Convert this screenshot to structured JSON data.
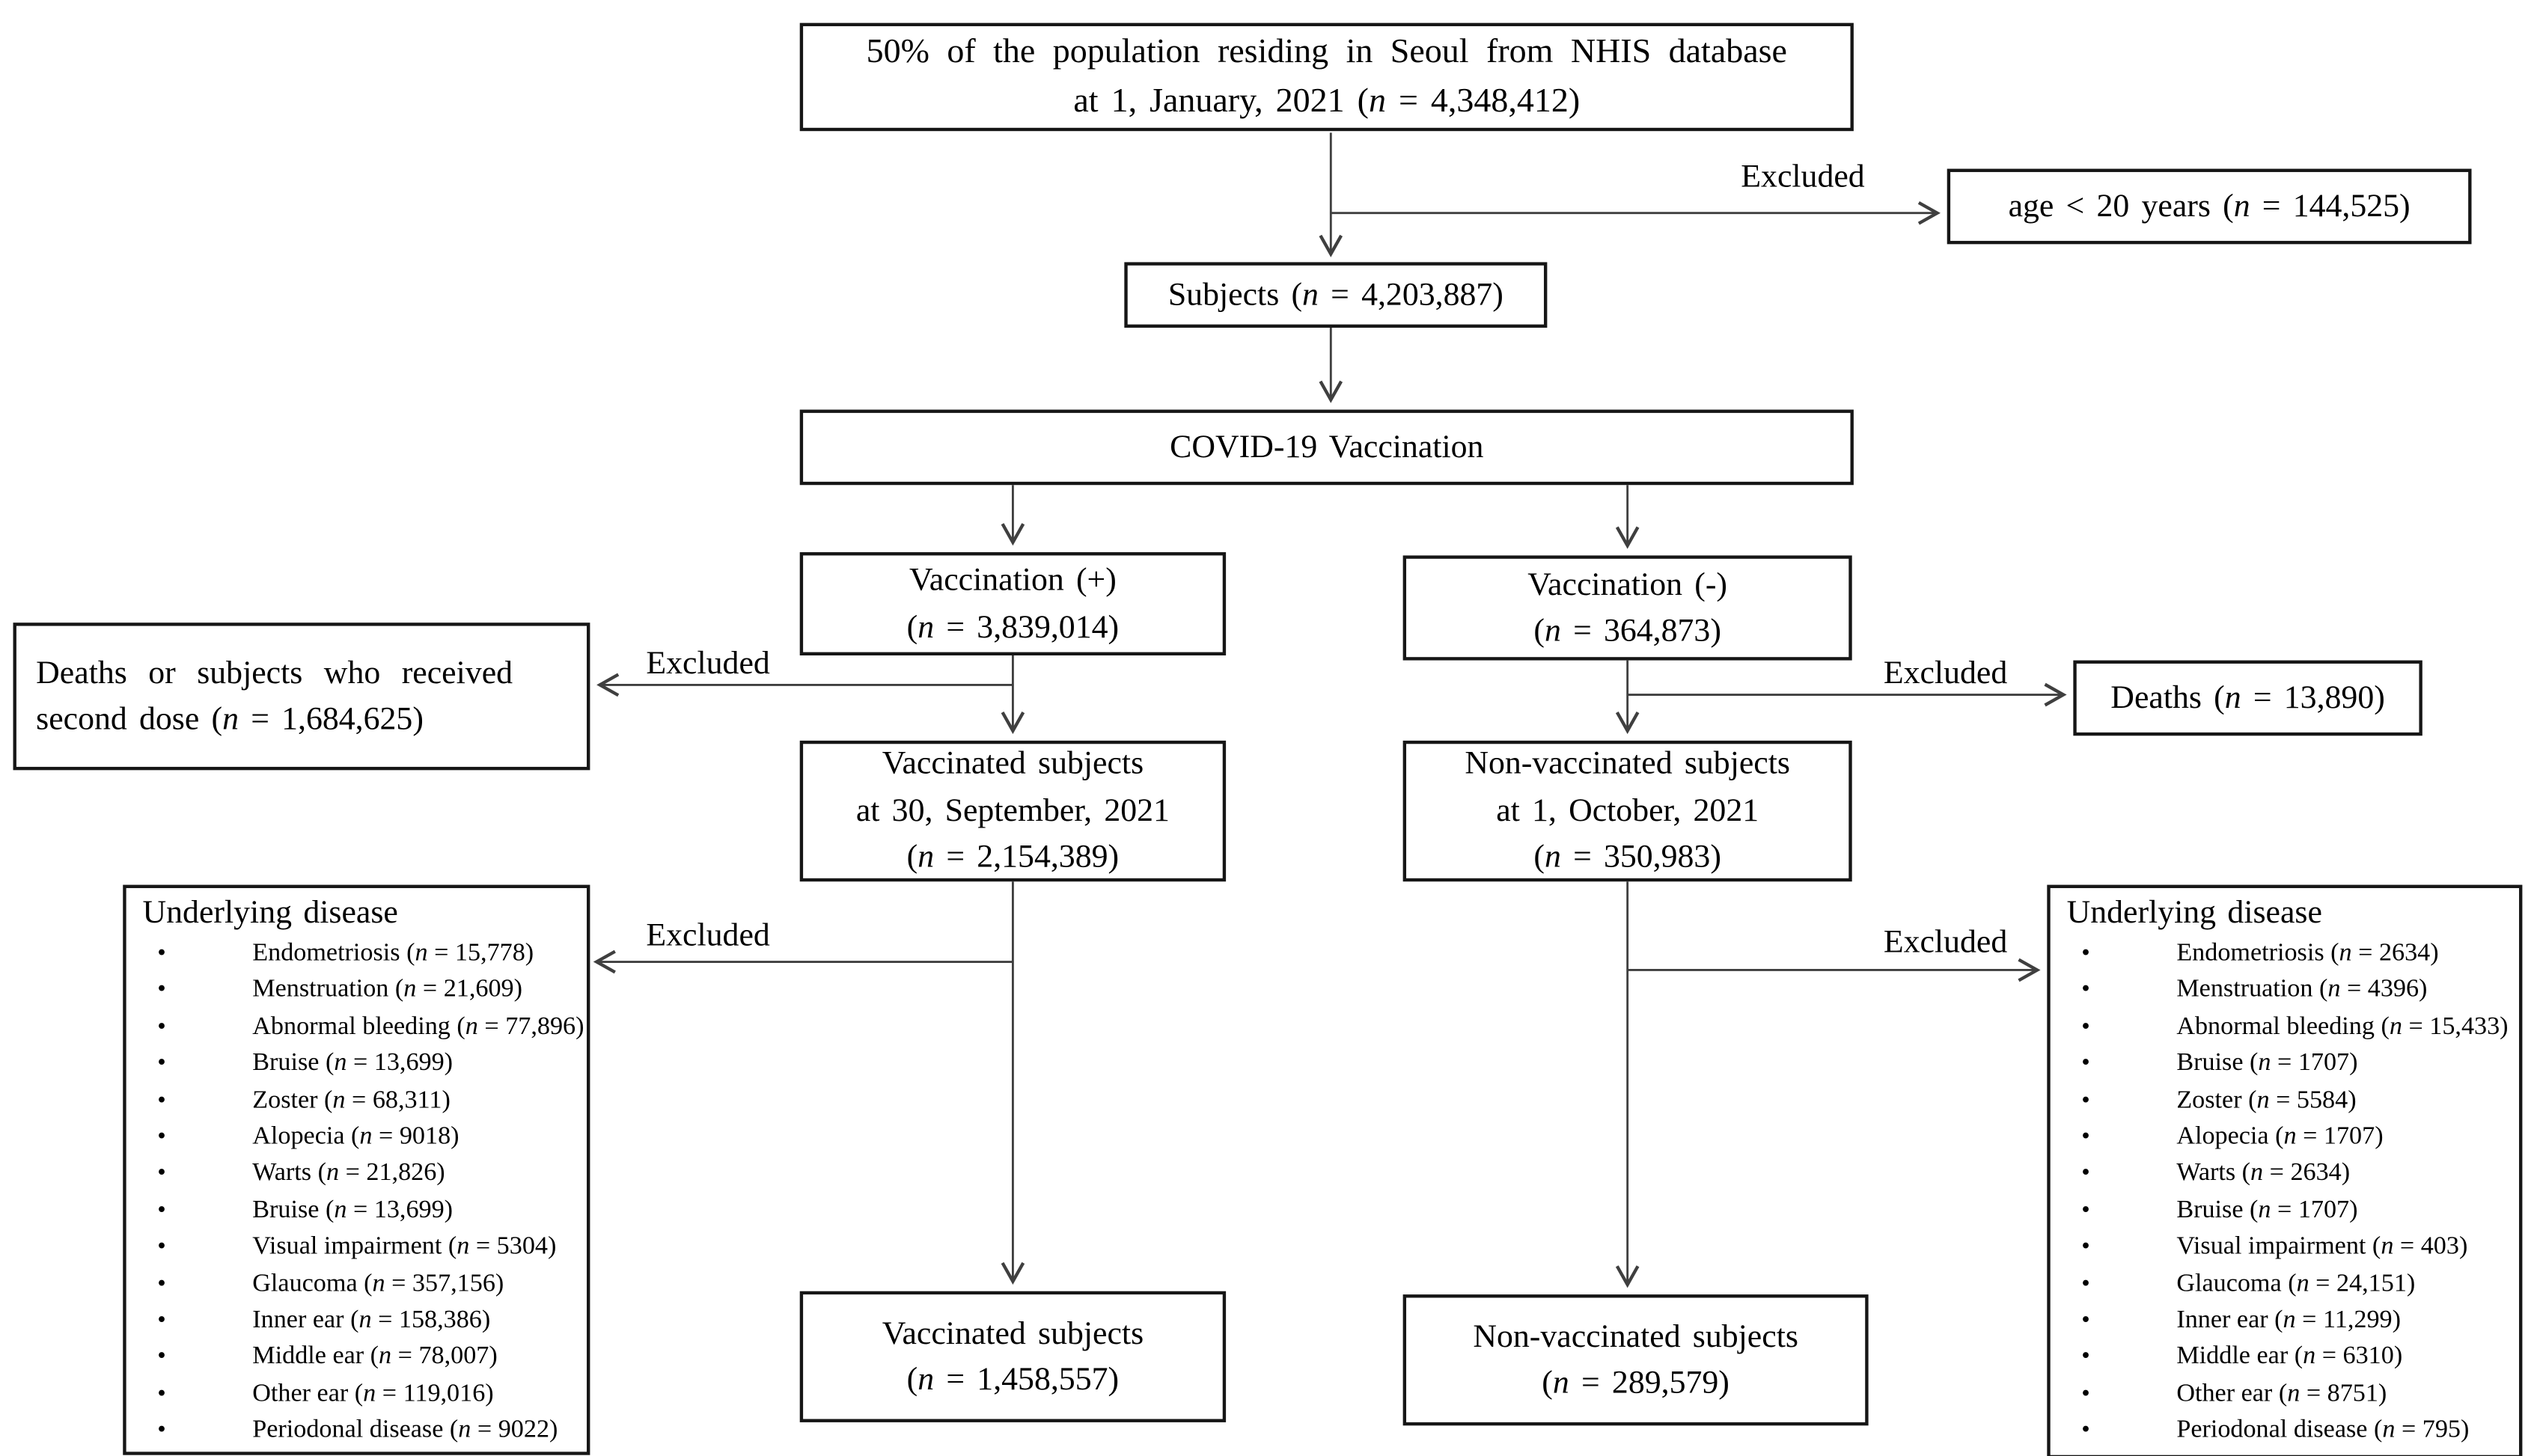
{
  "figure": {
    "background": "#ffffff",
    "border_color": "#161616",
    "arrow_color": "#3f3f3f"
  },
  "labels": {
    "excluded": "Excluded"
  },
  "boxes": {
    "source": {
      "line1": "50% of the population residing in Seoul from NHIS database",
      "line2": "at 1, January, 2021 (n = 4,348,412)"
    },
    "age_excluded": {
      "text": "age < 20 years (n = 144,525)"
    },
    "subjects": {
      "text": "Subjects (n = 4,203,887)"
    },
    "vaccination": {
      "text": "COVID-19 Vaccination"
    },
    "vac_plus": {
      "line1": "Vaccination (+)",
      "line2": "(n = 3,839,014)"
    },
    "vac_minus": {
      "line1": "Vaccination (-)",
      "line2": "(n = 364,873)"
    },
    "deaths_second_dose": {
      "line1": "Deaths or subjects who received",
      "line2": "second dose (n = 1,684,625)"
    },
    "deaths": {
      "text": "Deaths (n = 13,890)"
    },
    "vaccinated_sep": {
      "line1": "Vaccinated subjects",
      "line2": "at 30, September, 2021",
      "line3": "(n = 2,154,389)"
    },
    "nonvaccinated_oct": {
      "line1": "Non-vaccinated subjects",
      "line2": "at 1, October, 2021",
      "line3": "(n = 350,983)"
    },
    "vaccinated_final": {
      "line1": "Vaccinated subjects",
      "line2": "(n = 1,458,557)"
    },
    "nonvaccinated_final": {
      "line1": "Non-vaccinated subjects",
      "line2": "(n = 289,579)"
    }
  },
  "underlying_left": {
    "title": "Underlying disease",
    "items": [
      "Endometriosis (n = 15,778)",
      "Menstruation (n = 21,609)",
      "Abnormal bleeding (n = 77,896)",
      "Bruise (n = 13,699)",
      "Zoster (n = 68,311)",
      "Alopecia (n = 9018)",
      "Warts (n = 21,826)",
      "Bruise (n = 13,699)",
      "Visual impairment (n = 5304)",
      "Glaucoma (n = 357,156)",
      "Inner ear (n = 158,386)",
      "Middle ear (n = 78,007)",
      "Other ear (n = 119,016)",
      "Periodonal disease (n = 9022)"
    ]
  },
  "underlying_right": {
    "title": "Underlying disease",
    "items": [
      "Endometriosis (n = 2634)",
      "Menstruation (n = 4396)",
      "Abnormal bleeding (n = 15,433)",
      "Bruise (n = 1707)",
      "Zoster (n = 5584)",
      "Alopecia (n = 1707)",
      "Warts (n = 2634)",
      "Bruise (n = 1707)",
      "Visual impairment (n = 403)",
      "Glaucoma (n = 24,151)",
      "Inner ear (n = 11,299)",
      "Middle ear (n = 6310)",
      "Other ear (n = 8751)",
      "Periodonal disease (n = 795)"
    ]
  }
}
